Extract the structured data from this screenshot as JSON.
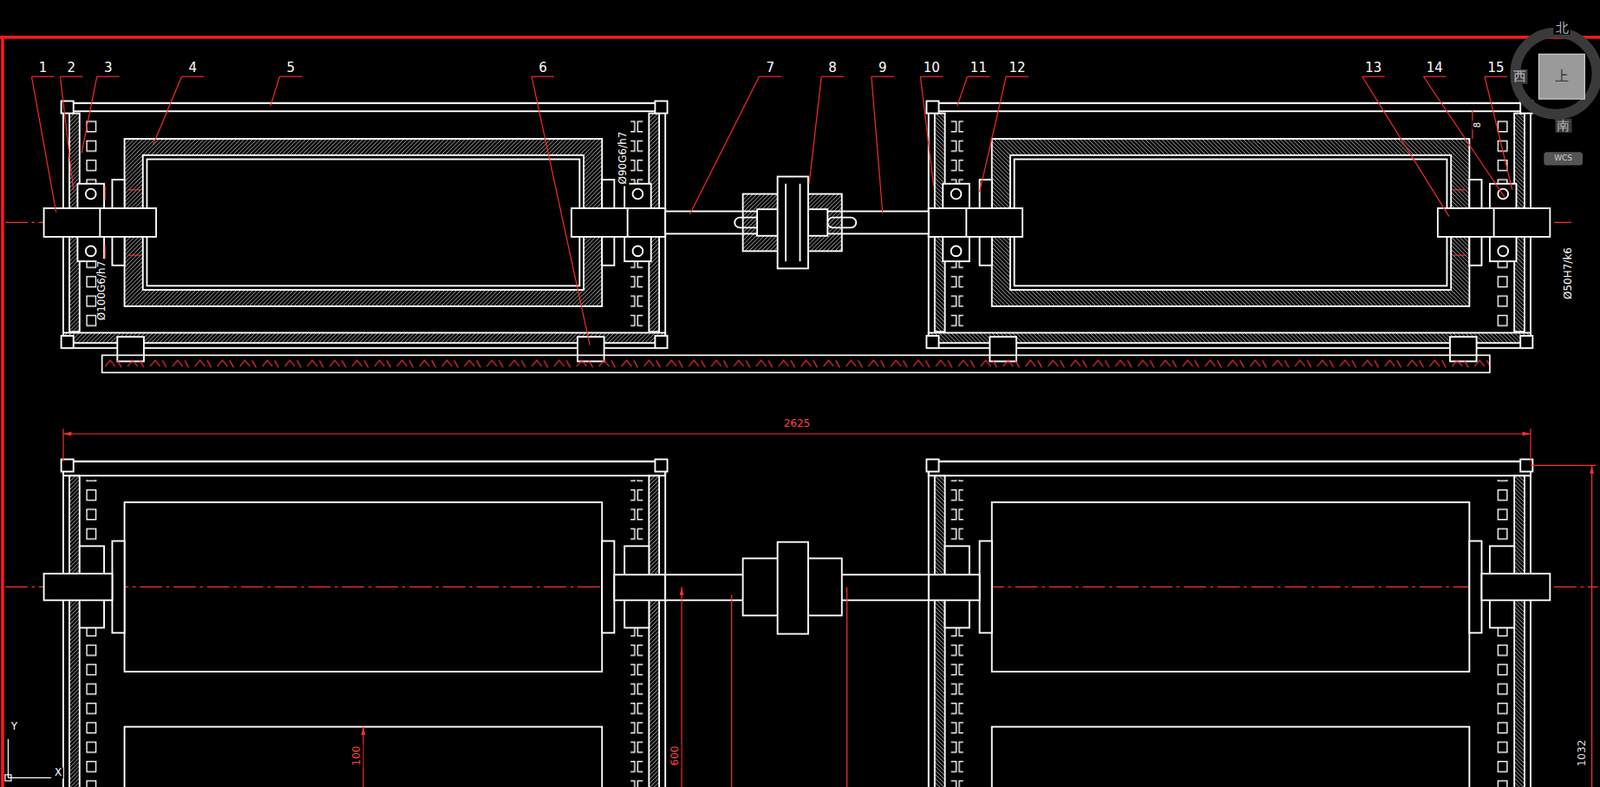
{
  "diagram": {
    "labels": [
      "1",
      "2",
      "3",
      "4",
      "5",
      "6",
      "7",
      "8",
      "9",
      "10",
      "11",
      "12",
      "13",
      "14",
      "15",
      "Ø90G6/h7",
      "Ø100G6/h7",
      "Ø50H7/k6",
      "8",
      "2625",
      "100",
      "600",
      "1032",
      "北",
      "西",
      "上",
      "南",
      "WCS",
      "Y",
      "X"
    ]
  }
}
